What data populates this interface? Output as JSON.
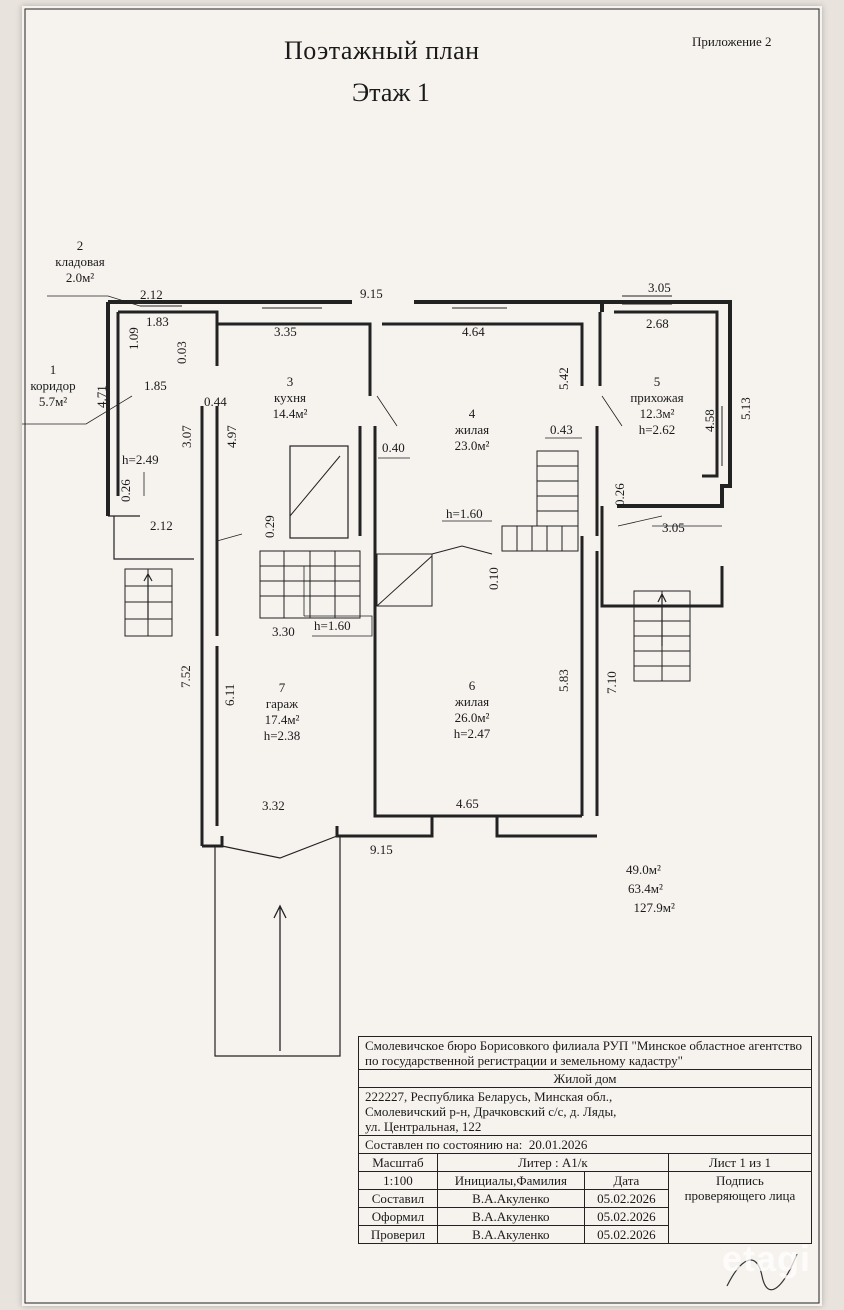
{
  "header": {
    "title": "Поэтажный план",
    "floor": "Этаж 1",
    "appendix": "Приложение 2"
  },
  "rooms": {
    "r1": {
      "number": "1",
      "name": "коридор",
      "area": "5.7м²"
    },
    "r2": {
      "number": "2",
      "name": "кладовая",
      "area": "2.0м²"
    },
    "r3": {
      "number": "3",
      "name": "кухня",
      "area": "14.4м²"
    },
    "r4": {
      "number": "4",
      "name": "жилая",
      "area": "23.0м²"
    },
    "r5": {
      "number": "5",
      "name": "прихожая",
      "area": "12.3м²",
      "height": "h=2.62"
    },
    "r6": {
      "number": "6",
      "name": "жилая",
      "area": "26.0м²",
      "height": "h=2.47"
    },
    "r7": {
      "number": "7",
      "name": "гараж",
      "area": "17.4м²",
      "height": "h=2.38"
    }
  },
  "dimensions": {
    "top_total": "9.15",
    "bottom_total": "9.15",
    "d_2_12_top": "2.12",
    "d_1_83": "1.83",
    "d_3_35": "3.35",
    "d_4_64": "4.64",
    "d_3_05_top": "3.05",
    "d_2_68": "2.68",
    "d_1_09": "1.09",
    "d_0_03": "0.03",
    "d_1_85": "1.85",
    "d_4_71": "4.71",
    "d_0_44": "0.44",
    "d_3_07": "3.07",
    "d_4_97": "4.97",
    "d_0_40": "0.40",
    "d_5_42": "5.42",
    "d_0_43": "0.43",
    "d_4_58": "4.58",
    "d_5_13": "5.13",
    "d_h_2_49": "h=2.49",
    "d_0_26_left": "0.26",
    "d_2_12_low": "2.12",
    "d_0_29": "0.29",
    "d_h_1_60_mid": "h=1.60",
    "d_0_26_right": "0.26",
    "d_3_05_low": "3.05",
    "d_0_10": "0.10",
    "d_3_30": "3.30",
    "d_h_1_60_low": "h=1.60",
    "d_7_52": "7.52",
    "d_6_11": "6.11",
    "d_5_83": "5.83",
    "d_7_10": "7.10",
    "d_3_32": "3.32",
    "d_4_65": "4.65"
  },
  "totals": [
    "49.0м²",
    "63.4м²",
    "127.9м²"
  ],
  "stamp": {
    "org": "Смолевичское бюро Борисовкого филиала РУП \"Минское областное агентство по государственной регистрации и земельному кадастру\"",
    "object": "Жилой дом",
    "address_l1": "222227, Республика Беларусь, Минская обл.,",
    "address_l2": "Смолевичский р-н, Драчковский с/с, д. Ляды,",
    "address_l3": "ул. Центральная, 122",
    "state_label": "Составлен по состоянию на:",
    "state_date": "20.01.2026",
    "scale_label": "Масштаб",
    "liter": "Литер : А1/к",
    "sheet": "Лист  1   из 1",
    "scale_value": "1:100",
    "col_name": "Инициалы,Фамилия",
    "col_date": "Дата",
    "col_sign": "Подпись проверяющего лица",
    "rows": [
      {
        "role": "Составил",
        "name": "В.А.Акуленко",
        "date": "05.02.2026"
      },
      {
        "role": "Оформил",
        "name": "В.А.Акуленко",
        "date": "05.02.2026"
      },
      {
        "role": "Проверил",
        "name": "В.А.Акуленко",
        "date": "05.02.2026"
      }
    ]
  },
  "watermark": "etagi"
}
